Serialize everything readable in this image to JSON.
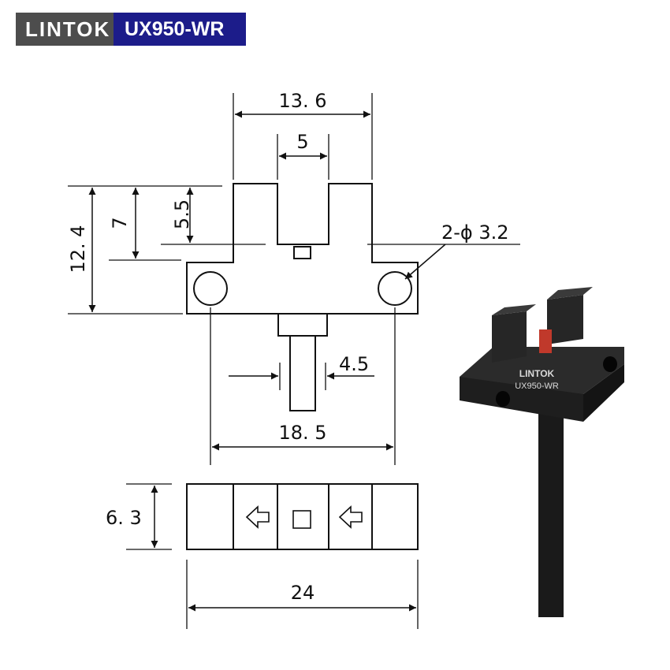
{
  "brand": {
    "name": "LINTOK",
    "model": "UX950-WR",
    "name_bg": "#4d4d4d",
    "model_bg": "#1c1c8a"
  },
  "dimensions": {
    "top_width": "13. 6",
    "slot_width": "5",
    "overall_height": "12. 4",
    "slot_height_outer": "7",
    "slot_depth": "5.5",
    "hole_spec": "2-ϕ 3.2",
    "lead_width": "4.5",
    "hole_pitch": "18. 5",
    "side_height": "6. 3",
    "overall_width": "24"
  },
  "symbols": [
    "arrow-left",
    "square",
    "arrow-left"
  ],
  "product_photo": {
    "label_brand": "LINTOK",
    "label_model": "UX950-WR"
  }
}
